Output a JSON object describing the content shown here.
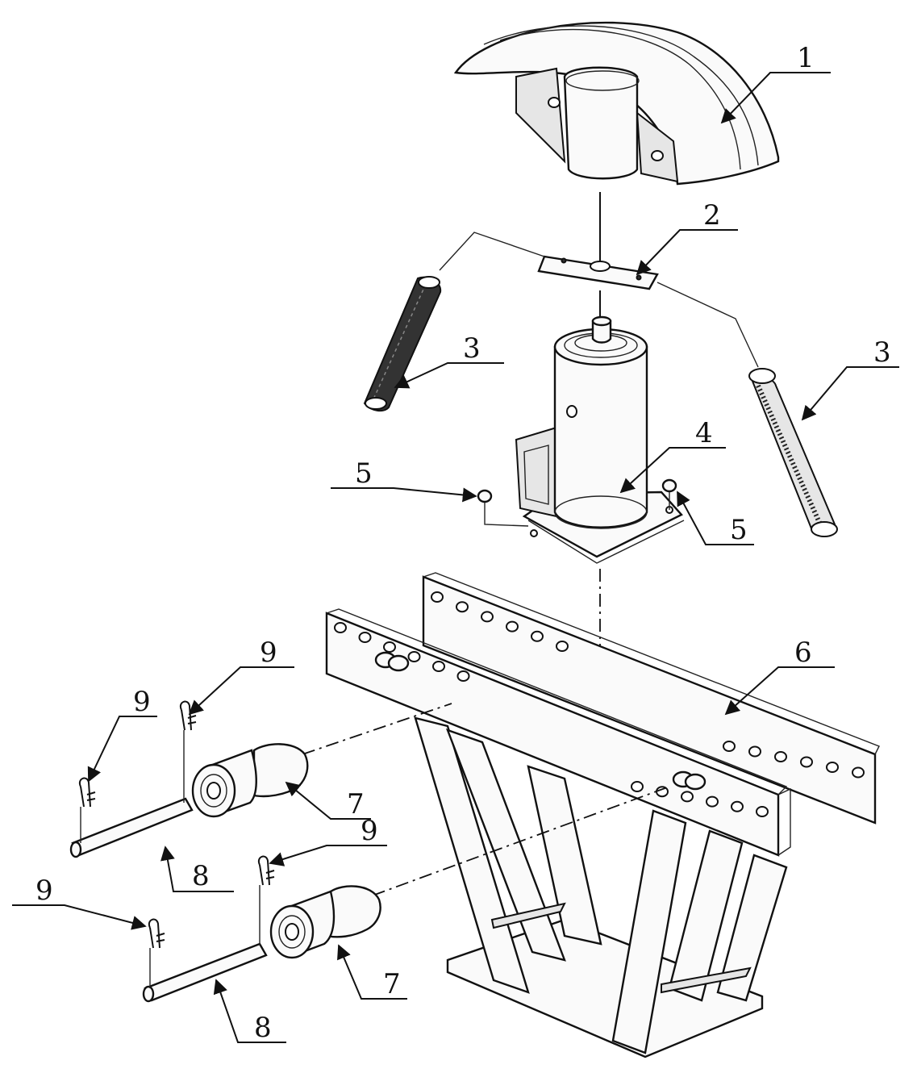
{
  "callouts": [
    {
      "id": "c1",
      "text": "1"
    },
    {
      "id": "c2",
      "text": "2"
    },
    {
      "id": "c3a",
      "text": "3"
    },
    {
      "id": "c3b",
      "text": "3"
    },
    {
      "id": "c4",
      "text": "4"
    },
    {
      "id": "c5a",
      "text": "5"
    },
    {
      "id": "c5b",
      "text": "5"
    },
    {
      "id": "c6",
      "text": "6"
    },
    {
      "id": "c7a",
      "text": "7"
    },
    {
      "id": "c7b",
      "text": "7"
    },
    {
      "id": "c8a",
      "text": "8"
    },
    {
      "id": "c8b",
      "text": "8"
    },
    {
      "id": "c9a",
      "text": "9"
    },
    {
      "id": "c9b",
      "text": "9"
    },
    {
      "id": "c9c",
      "text": "9"
    },
    {
      "id": "c9d",
      "text": "9"
    }
  ]
}
